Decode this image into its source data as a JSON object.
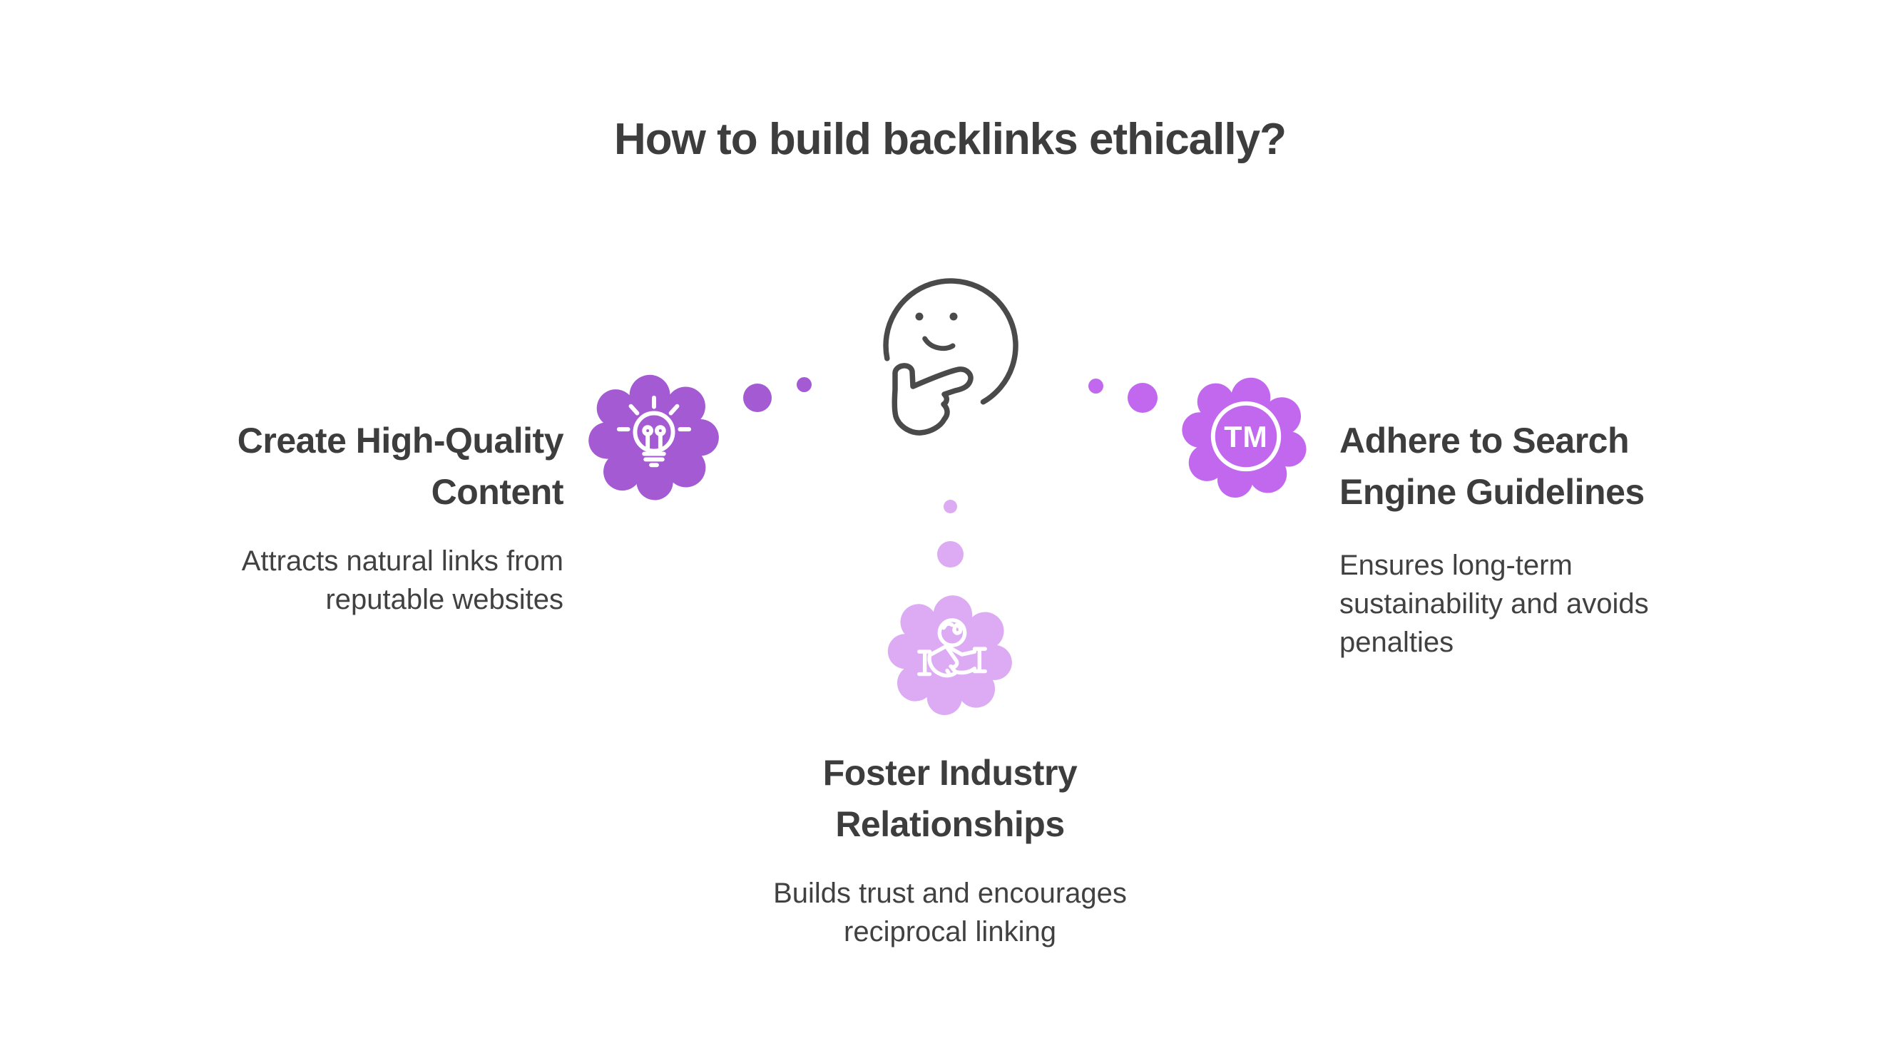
{
  "title": {
    "text": "How to build backlinks ethically?"
  },
  "colors": {
    "background": "#ffffff",
    "title_text": "#3d3d3d",
    "body_text": "#414141",
    "face_stroke": "#4a4a4a",
    "left_blob": "#a45ad2",
    "right_blob": "#c168ef",
    "bottom_blob": "#dcabf3",
    "icon_stroke": "#ffffff"
  },
  "center": {
    "icon": "thinking-face-icon"
  },
  "nodes": {
    "left": {
      "icon": "lightbulb-idea-icon",
      "heading": "Create High-Quality\nContent",
      "description": "Attracts natural links from\nreputable websites"
    },
    "right": {
      "icon": "trademark-tm-icon",
      "icon_label": "TM",
      "heading": "Adhere to Search\nEngine Guidelines",
      "description": "Ensures long-term\nsustainability and avoids\npenalties"
    },
    "bottom": {
      "icon": "handshake-globe-icon",
      "heading": "Foster Industry\nRelationships",
      "description": "Builds trust and encourages\nreciprocal linking"
    }
  }
}
